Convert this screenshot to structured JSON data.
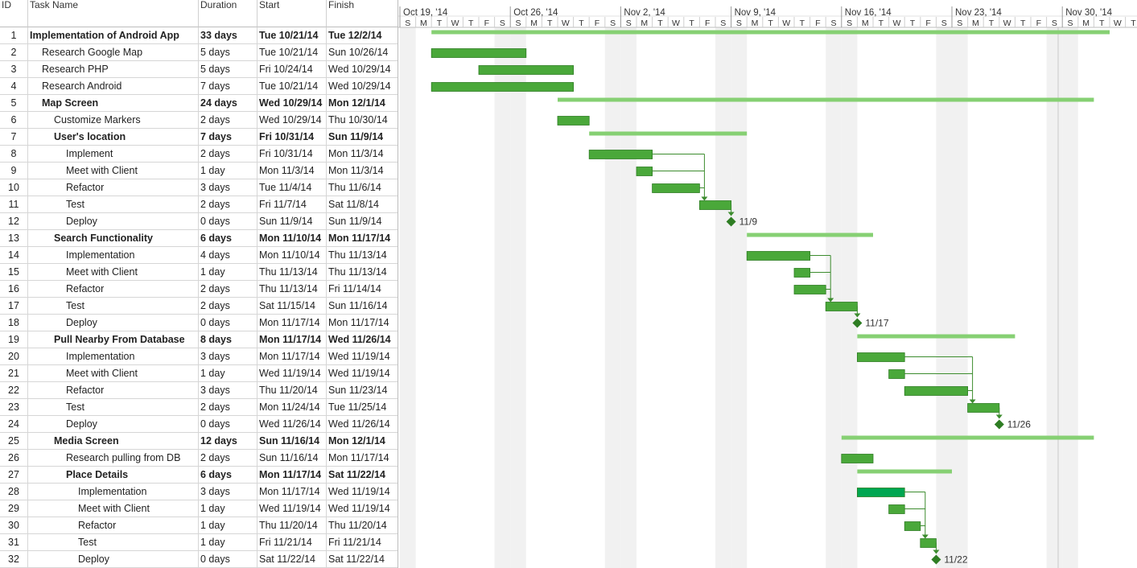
{
  "columns": {
    "id": "ID",
    "name": "Task Name",
    "duration": "Duration",
    "start": "Start",
    "finish": "Finish"
  },
  "timeline": {
    "weeks": [
      "Oct 19, '14",
      "Oct 26, '14",
      "Nov 2, '14",
      "Nov 9, '14",
      "Nov 16, '14",
      "Nov 23, '14",
      "Nov 30, '14"
    ],
    "day_letters": [
      "S",
      "M",
      "T",
      "W",
      "T",
      "F",
      "S"
    ],
    "start_date": "2014-10-19"
  },
  "colors": {
    "bar": "#4aa83a",
    "bar_dark": "#2e7d23",
    "summary": "#86d073",
    "selected": "#00a651",
    "link": "#3c8c2e",
    "milestone": "#2e7d23"
  },
  "tasks": [
    {
      "id": "1",
      "name": "Implementation of Android App",
      "duration": "33 days",
      "start": "Tue 10/21/14",
      "finish": "Tue 12/2/14",
      "level": 0,
      "summary": true
    },
    {
      "id": "2",
      "name": "Research Google Map",
      "duration": "5 days",
      "start": "Tue 10/21/14",
      "finish": "Sun 10/26/14",
      "level": 1,
      "summary": false
    },
    {
      "id": "3",
      "name": "Research PHP",
      "duration": "5 days",
      "start": "Fri 10/24/14",
      "finish": "Wed 10/29/14",
      "level": 1,
      "summary": false
    },
    {
      "id": "4",
      "name": "Research Android",
      "duration": "7 days",
      "start": "Tue 10/21/14",
      "finish": "Wed 10/29/14",
      "level": 1,
      "summary": false
    },
    {
      "id": "5",
      "name": "Map Screen",
      "duration": "24 days",
      "start": "Wed 10/29/14",
      "finish": "Mon 12/1/14",
      "level": 1,
      "summary": true
    },
    {
      "id": "6",
      "name": "Customize Markers",
      "duration": "2 days",
      "start": "Wed 10/29/14",
      "finish": "Thu 10/30/14",
      "level": 2,
      "summary": false
    },
    {
      "id": "7",
      "name": "User's location",
      "duration": "7 days",
      "start": "Fri 10/31/14",
      "finish": "Sun 11/9/14",
      "level": 2,
      "summary": true
    },
    {
      "id": "8",
      "name": "Implement",
      "duration": "2 days",
      "start": "Fri 10/31/14",
      "finish": "Mon 11/3/14",
      "level": 3,
      "summary": false
    },
    {
      "id": "9",
      "name": "Meet with Client",
      "duration": "1 day",
      "start": "Mon 11/3/14",
      "finish": "Mon 11/3/14",
      "level": 3,
      "summary": false
    },
    {
      "id": "10",
      "name": "Refactor",
      "duration": "3 days",
      "start": "Tue 11/4/14",
      "finish": "Thu 11/6/14",
      "level": 3,
      "summary": false
    },
    {
      "id": "11",
      "name": "Test",
      "duration": "2 days",
      "start": "Fri 11/7/14",
      "finish": "Sat 11/8/14",
      "level": 3,
      "summary": false
    },
    {
      "id": "12",
      "name": "Deploy",
      "duration": "0 days",
      "start": "Sun 11/9/14",
      "finish": "Sun 11/9/14",
      "level": 3,
      "summary": false
    },
    {
      "id": "13",
      "name": "Search Functionality",
      "duration": "6 days",
      "start": "Mon 11/10/14",
      "finish": "Mon 11/17/14",
      "level": 2,
      "summary": true
    },
    {
      "id": "14",
      "name": "Implementation",
      "duration": "4 days",
      "start": "Mon 11/10/14",
      "finish": "Thu 11/13/14",
      "level": 3,
      "summary": false
    },
    {
      "id": "15",
      "name": "Meet with Client",
      "duration": "1 day",
      "start": "Thu 11/13/14",
      "finish": "Thu 11/13/14",
      "level": 3,
      "summary": false
    },
    {
      "id": "16",
      "name": "Refactor",
      "duration": "2 days",
      "start": "Thu 11/13/14",
      "finish": "Fri 11/14/14",
      "level": 3,
      "summary": false
    },
    {
      "id": "17",
      "name": "Test",
      "duration": "2 days",
      "start": "Sat 11/15/14",
      "finish": "Sun 11/16/14",
      "level": 3,
      "summary": false
    },
    {
      "id": "18",
      "name": "Deploy",
      "duration": "0 days",
      "start": "Mon 11/17/14",
      "finish": "Mon 11/17/14",
      "level": 3,
      "summary": false
    },
    {
      "id": "19",
      "name": "Pull Nearby From Database",
      "duration": "8 days",
      "start": "Mon 11/17/14",
      "finish": "Wed 11/26/14",
      "level": 2,
      "summary": true
    },
    {
      "id": "20",
      "name": "Implementation",
      "duration": "3 days",
      "start": "Mon 11/17/14",
      "finish": "Wed 11/19/14",
      "level": 3,
      "summary": false
    },
    {
      "id": "21",
      "name": "Meet with Client",
      "duration": "1 day",
      "start": "Wed 11/19/14",
      "finish": "Wed 11/19/14",
      "level": 3,
      "summary": false
    },
    {
      "id": "22",
      "name": "Refactor",
      "duration": "3 days",
      "start": "Thu 11/20/14",
      "finish": "Sun 11/23/14",
      "level": 3,
      "summary": false
    },
    {
      "id": "23",
      "name": "Test",
      "duration": "2 days",
      "start": "Mon 11/24/14",
      "finish": "Tue 11/25/14",
      "level": 3,
      "summary": false
    },
    {
      "id": "24",
      "name": "Deploy",
      "duration": "0 days",
      "start": "Wed 11/26/14",
      "finish": "Wed 11/26/14",
      "level": 3,
      "summary": false
    },
    {
      "id": "25",
      "name": "Media Screen",
      "duration": "12 days",
      "start": "Sun 11/16/14",
      "finish": "Mon 12/1/14",
      "level": 2,
      "summary": true
    },
    {
      "id": "26",
      "name": "Research pulling from DB",
      "duration": "2 days",
      "start": "Sun 11/16/14",
      "finish": "Mon 11/17/14",
      "level": 3,
      "summary": false
    },
    {
      "id": "27",
      "name": "Place Details",
      "duration": "6 days",
      "start": "Mon 11/17/14",
      "finish": "Sat 11/22/14",
      "level": 3,
      "summary": true
    },
    {
      "id": "28",
      "name": "Implementation",
      "duration": "3 days",
      "start": "Mon 11/17/14",
      "finish": "Wed 11/19/14",
      "level": 4,
      "summary": false
    },
    {
      "id": "29",
      "name": "Meet with Client",
      "duration": "1 day",
      "start": "Wed 11/19/14",
      "finish": "Wed 11/19/14",
      "level": 4,
      "summary": false
    },
    {
      "id": "30",
      "name": "Refactor",
      "duration": "1 day",
      "start": "Thu 11/20/14",
      "finish": "Thu 11/20/14",
      "level": 4,
      "summary": false
    },
    {
      "id": "31",
      "name": "Test",
      "duration": "1 day",
      "start": "Fri 11/21/14",
      "finish": "Fri 11/21/14",
      "level": 4,
      "summary": false
    },
    {
      "id": "32",
      "name": "Deploy",
      "duration": "0 days",
      "start": "Sat 11/22/14",
      "finish": "Sat 11/22/14",
      "level": 4,
      "summary": false
    }
  ],
  "milestones": [
    {
      "row": 11,
      "label": "11/9"
    },
    {
      "row": 17,
      "label": "11/17"
    },
    {
      "row": 23,
      "label": "11/26"
    },
    {
      "row": 31,
      "label": "11/22"
    }
  ]
}
